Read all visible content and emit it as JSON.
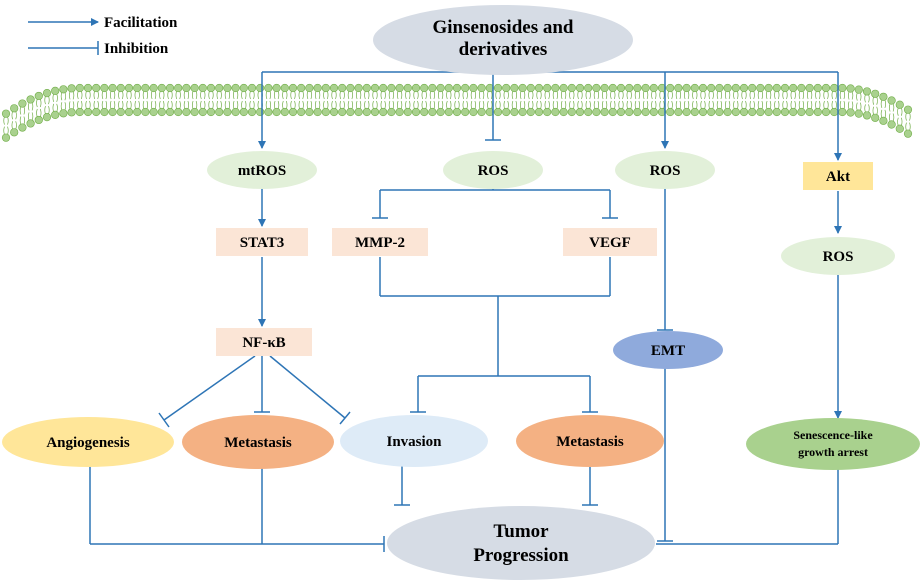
{
  "legend": {
    "facilitation": "Facilitation",
    "inhibition": "Inhibition"
  },
  "nodes": {
    "ginsenosides_line1": "Ginsenosides and",
    "ginsenosides_line2": "derivatives",
    "mtros": "mtROS",
    "ros_center": "ROS",
    "ros_right": "ROS",
    "akt": "Akt",
    "stat3": "STAT3",
    "mmp2": "MMP-2",
    "vegf": "VEGF",
    "ros_akt": "ROS",
    "nfkb": "NF-κB",
    "emt": "EMT",
    "angiogenesis": "Angiogenesis",
    "metastasis_left": "Metastasis",
    "invasion": "Invasion",
    "metastasis_right": "Metastasis",
    "senescence_line1": "Senescence-like",
    "senescence_line2": "growth arrest",
    "tumor_line1": "Tumor",
    "tumor_line2": "Progression"
  },
  "colors": {
    "line": "#2e75b6",
    "ginsenosides": "#d6dce5",
    "light_green": "#e2f0d9",
    "peach": "#fbe5d6",
    "yellow_box": "#ffe699",
    "yellow_ellipse": "#ffe699",
    "orange": "#f4b183",
    "light_blue": "#deebf7",
    "emt_blue": "#8faadc",
    "green_ellipse": "#a9d18e",
    "membrane_bead": "#a9d18e",
    "membrane_bead_stroke": "#70ad47"
  }
}
